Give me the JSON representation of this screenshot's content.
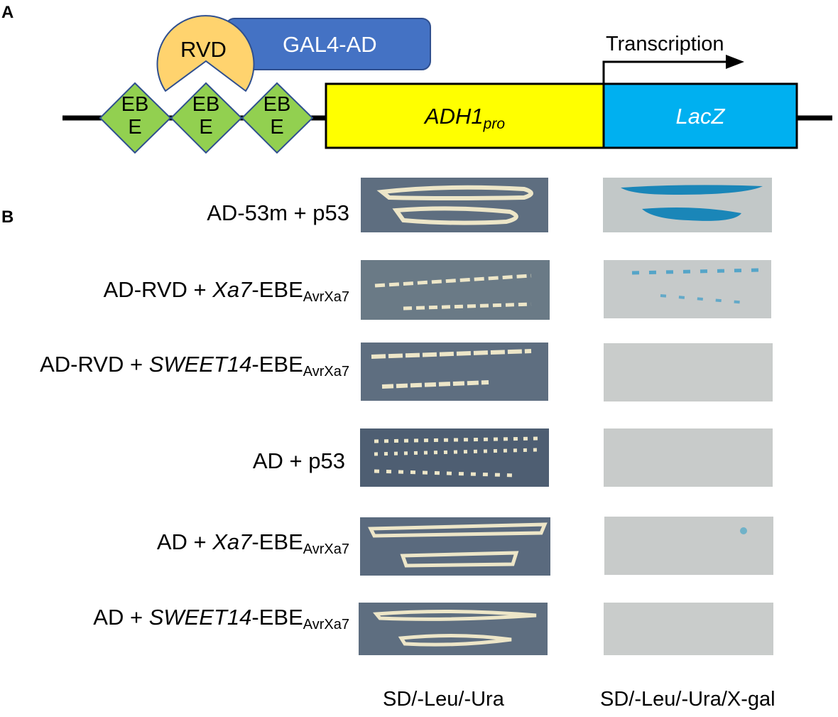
{
  "panel_a": {
    "letter": "A",
    "rvd_label": "RVD",
    "gal4_label": "GAL4-AD",
    "transcription_label": "Transcription",
    "ebe_line1": "EB",
    "ebe_line2": "E",
    "promoter_main": "ADH1",
    "promoter_sub": "pro",
    "reporter_label": "LacZ",
    "colors": {
      "rvd": "#FFD36E",
      "gal4": "#4472C4",
      "ebe": "#92D050",
      "promoter": "#FFFF00",
      "reporter": "#00B0F0",
      "outline": "#2F4F8F"
    }
  },
  "panel_b": {
    "letter": "B",
    "rows": [
      {
        "prefix": "AD-53m + p53",
        "italic": "",
        "suffix": "",
        "sub": "",
        "xgal": "strong-blue"
      },
      {
        "prefix": "AD-RVD + ",
        "italic": "Xa7",
        "suffix": "-EBE",
        "sub": "AvrXa7",
        "xgal": "weak-blue"
      },
      {
        "prefix": "AD-RVD + ",
        "italic": "SWEET14",
        "suffix": "-EBE",
        "sub": "AvrXa7",
        "xgal": "none"
      },
      {
        "prefix": "AD + p53",
        "italic": "",
        "suffix": "",
        "sub": "",
        "xgal": "none"
      },
      {
        "prefix": "AD + ",
        "italic": "Xa7",
        "suffix": "-EBE",
        "sub": "AvrXa7",
        "xgal": "trace"
      },
      {
        "prefix": "AD + ",
        "italic": "SWEET14",
        "suffix": "-EBE",
        "sub": "AvrXa7",
        "xgal": "none"
      }
    ],
    "col_labels": [
      "SD/-Leu/-Ura",
      "SD/-Leu/-Ura/X-gal"
    ],
    "colors": {
      "plate_sd": "#5E6E80",
      "colony": "#EDE6C8",
      "plate_xgal": "#C7CBCA",
      "blue_stain": "#1A86B8"
    }
  }
}
